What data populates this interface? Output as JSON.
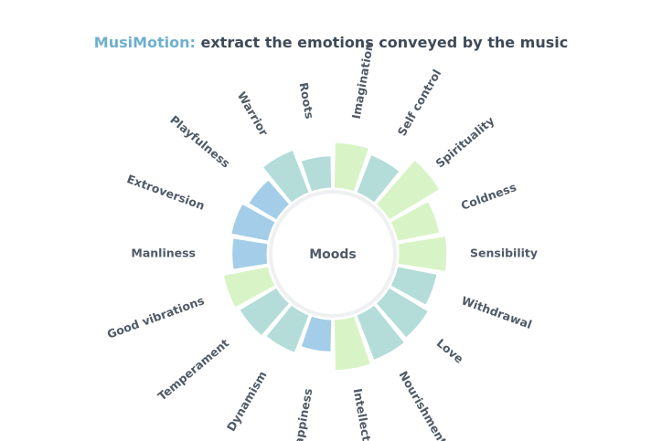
{
  "title": {
    "brand": "MusiMotion:",
    "rest": " extract the emotions conveyed by the music"
  },
  "colors": {
    "blue": "#a3cde8",
    "teal": "#b4dcd8",
    "green": "#d8f4c6"
  },
  "chart_data": {
    "type": "radial-bar",
    "center_label": "Moods",
    "categories": [
      "Imagination",
      "Self control",
      "Spirituality",
      "Coldness",
      "Sensibility",
      "Withdrawal",
      "Love",
      "Nourishment",
      "Intellect",
      "Happiness",
      "Dynamism",
      "Temperament",
      "Good vibrations",
      "Manliness",
      "Extroversion",
      "Playfulness",
      "Warrior",
      "Roots"
    ],
    "values": [
      0.55,
      0.45,
      0.8,
      0.5,
      0.6,
      0.45,
      0.55,
      0.6,
      0.65,
      0.3,
      0.45,
      0.5,
      0.55,
      0.35,
      0.4,
      0.3,
      0.55,
      0.3
    ],
    "color_groups": [
      "green",
      "teal",
      "green",
      "green",
      "green",
      "teal",
      "teal",
      "teal",
      "green",
      "blue",
      "teal",
      "teal",
      "green",
      "blue",
      "blue",
      "blue",
      "teal",
      "teal"
    ]
  }
}
